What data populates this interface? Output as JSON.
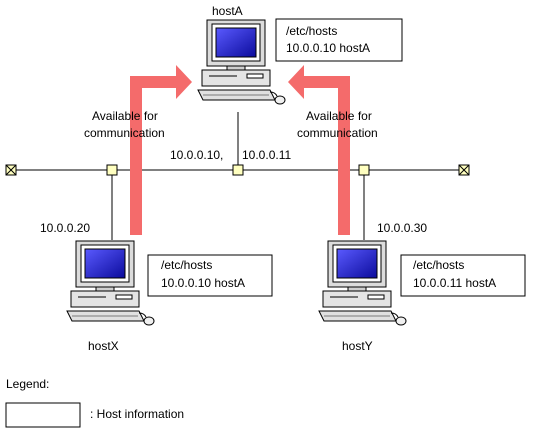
{
  "hosts": {
    "a": {
      "name": "hostA",
      "hosts_file": {
        "title": "/etc/hosts",
        "entry": "10.0.0.10 hostA"
      }
    },
    "x": {
      "name": "hostX",
      "ip": "10.0.0.20",
      "hosts_file": {
        "title": "/etc/hosts",
        "entry": "10.0.0.10 hostA"
      }
    },
    "y": {
      "name": "hostY",
      "ip": "10.0.0.30",
      "hosts_file": {
        "title": "/etc/hosts",
        "entry": "10.0.0.11 hostA"
      }
    }
  },
  "hostA_ips": {
    "first": "10.0.0.10,",
    "second": "10.0.0.11"
  },
  "arrows": {
    "left": {
      "line1": "Available for",
      "line2": "communication"
    },
    "right": {
      "line1": "Available for",
      "line2": "communication"
    }
  },
  "legend": {
    "title": "Legend:",
    "host_info": ":  Host information"
  },
  "colors": {
    "arrow": "#f46b6b",
    "node": "#ffffc0",
    "screen": "#1e1ed2"
  }
}
